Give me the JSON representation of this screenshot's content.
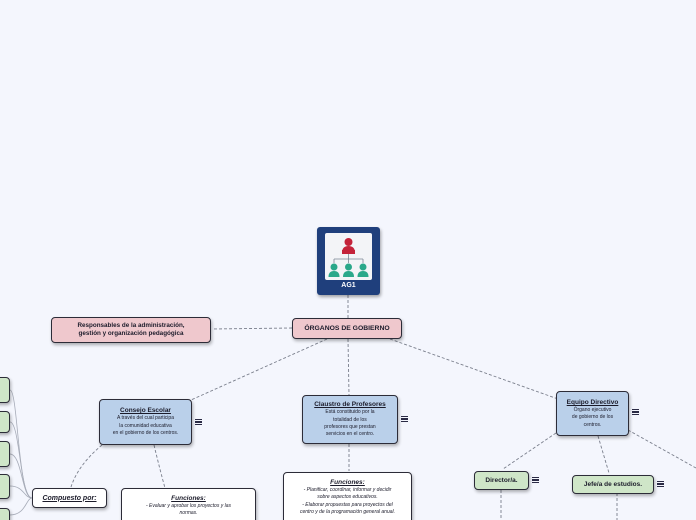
{
  "central": {
    "label": "AG1",
    "icon": "org-chart-icon"
  },
  "root": {
    "label": "ÓRGANOS DE GOBIERNO"
  },
  "responsables": {
    "line1": "Responsables de la administración,",
    "line2": "gestión y organización pedagógica"
  },
  "consejo": {
    "title": "Consejo Escolar",
    "desc": [
      "A través del cual participa",
      "la comunidad educativa",
      "en el gobierno de los centros."
    ]
  },
  "claustro": {
    "title": "Claustro de Profesores",
    "desc": [
      "Está constituido por la",
      "totalidad de los",
      "profesores que prestan",
      "servicios en el centro."
    ]
  },
  "equipo": {
    "title": "Equipo Directivo",
    "desc": [
      "Órgano ejecutivo",
      "de gobierno de los",
      "centros."
    ]
  },
  "compuesto": {
    "label": "Compuesto por:"
  },
  "funciones_consejo": {
    "title": "Funciones:",
    "lines": [
      "- Evaluar y aprobar los proyectos y las",
      "normas."
    ]
  },
  "funciones_claustro": {
    "title": "Funciones:",
    "lines": [
      "- Planificar, coordinar, informar y decidir",
      "sobre aspectos educativos.",
      "- Elaborar propuestas para proyectos del",
      "centro y de la programación general anual."
    ]
  },
  "director": {
    "label": "Director/a."
  },
  "jefe": {
    "label": "Jefe/a de estudios."
  },
  "colors": {
    "background": "#f4f6fd",
    "central": "#1f3f7c",
    "pink": "#efc8cd",
    "blue": "#bad0ea",
    "green": "#cfe6c8",
    "person_red": "#c4233a",
    "person_teal": "#2aa88a"
  }
}
